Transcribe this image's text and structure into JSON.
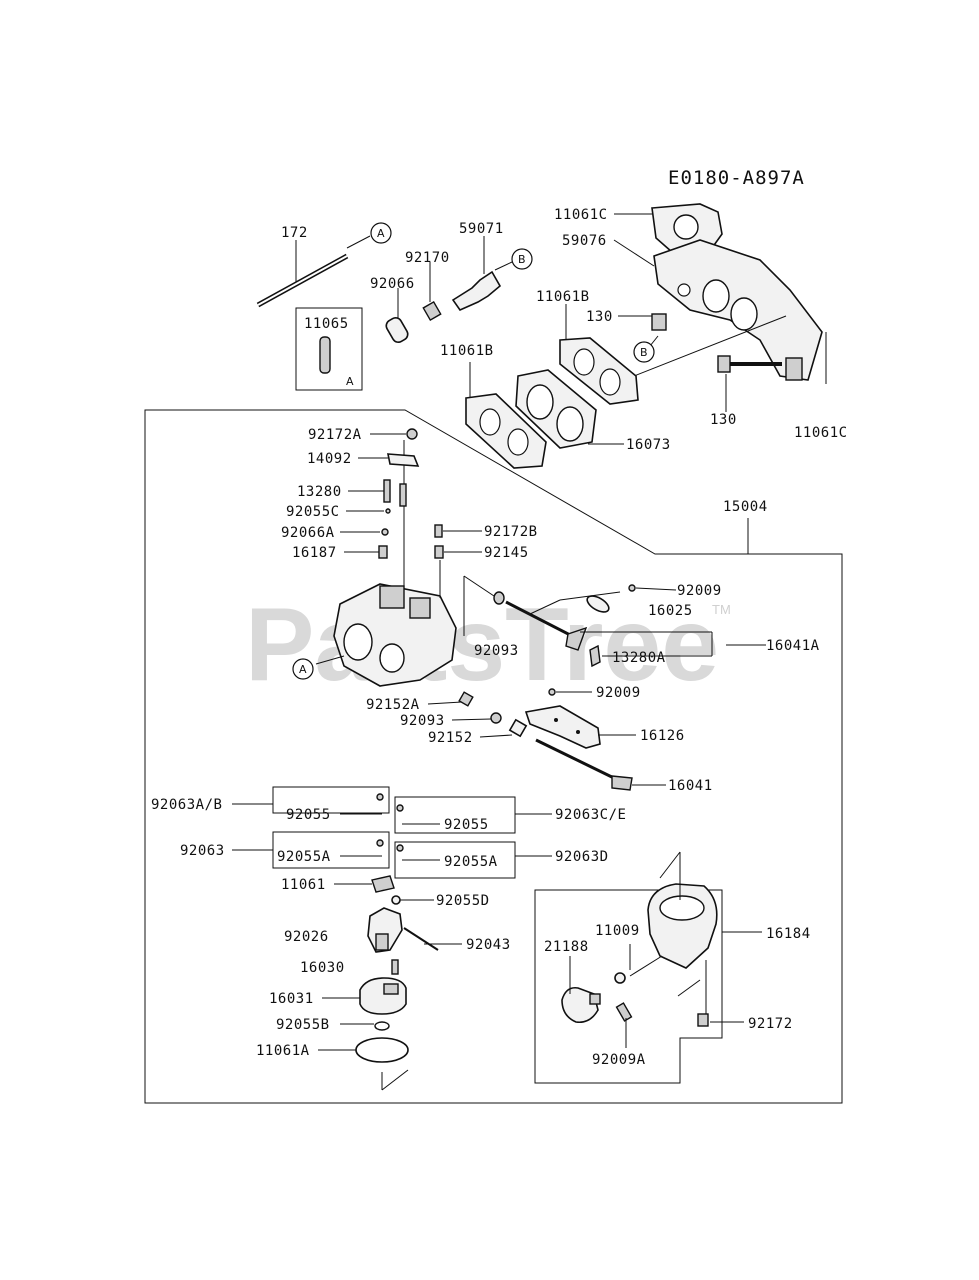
{
  "diagram": {
    "reference": "E0180-A897A",
    "watermark": "PartsTree",
    "watermark_tm": "TM",
    "callouts": {
      "A1": "A",
      "A2": "A",
      "A3": "A",
      "B1": "B",
      "B2": "B"
    },
    "labels": {
      "p172": "172",
      "p92170": "92170",
      "p59071": "59071",
      "p92066": "92066",
      "p11065": "11065",
      "p11061C_top": "11061C",
      "p59076": "59076",
      "p11061B_right": "11061B",
      "p130_top": "130",
      "p11061B_left": "11061B",
      "p130_bottom": "130",
      "p11061C_bottom": "11061C",
      "p16073": "16073",
      "p15004": "15004",
      "p92172A": "92172A",
      "p14092": "14092",
      "p13280": "13280",
      "p92055C": "92055C",
      "p92066A": "92066A",
      "p16187": "16187",
      "p92172B": "92172B",
      "p92145": "92145",
      "p92009_a": "92009",
      "p16025": "16025",
      "p16041A": "16041A",
      "p92093_a": "92093",
      "p13280A": "13280A",
      "p92152A": "92152A",
      "p92009_b": "92009",
      "p92093_b": "92093",
      "p92152": "92152",
      "p16126": "16126",
      "p16041": "16041",
      "p92063AB": "92063A/B",
      "p92055_a": "92055",
      "p92055_b": "92055",
      "p92063CE": "92063C/E",
      "p92063": "92063",
      "p92055A_a": "92055A",
      "p92055A_b": "92055A",
      "p92063D": "92063D",
      "p11061": "11061",
      "p92055D": "92055D",
      "p92026": "92026",
      "p92043": "92043",
      "p16030": "16030",
      "p16031": "16031",
      "p92055B": "92055B",
      "p11061A": "11061A",
      "p11009": "11009",
      "p21188": "21188",
      "p16184": "16184",
      "p92172": "92172",
      "p92009A": "92009A"
    }
  }
}
